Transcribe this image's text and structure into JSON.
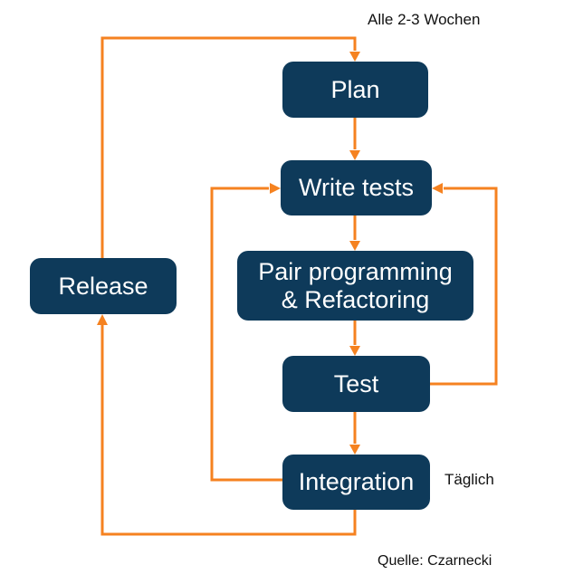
{
  "colors": {
    "node": "#0e3a5a",
    "arrow": "#f58220",
    "node-text": "#ffffff",
    "label-text": "#111111",
    "bg": "#ffffff"
  },
  "nodes": {
    "plan": {
      "label": "Plan"
    },
    "write_tests": {
      "label": "Write tests"
    },
    "pair": {
      "label": "Pair programming & Refactoring",
      "line1": "Pair programming",
      "line2": "& Refactoring"
    },
    "test": {
      "label": "Test"
    },
    "integration": {
      "label": "Integration"
    },
    "release": {
      "label": "Release"
    }
  },
  "annotations": {
    "cycle_label": "Alle 2-3 Wochen",
    "daily_label": "Täglich",
    "source_label": "Quelle: Czarnecki"
  },
  "edges": [
    {
      "from": "release",
      "to": "plan"
    },
    {
      "from": "plan",
      "to": "write_tests"
    },
    {
      "from": "write_tests",
      "to": "pair"
    },
    {
      "from": "pair",
      "to": "test"
    },
    {
      "from": "test",
      "to": "write_tests"
    },
    {
      "from": "test",
      "to": "integration"
    },
    {
      "from": "integration",
      "to": "write_tests"
    },
    {
      "from": "integration",
      "to": "release"
    }
  ]
}
